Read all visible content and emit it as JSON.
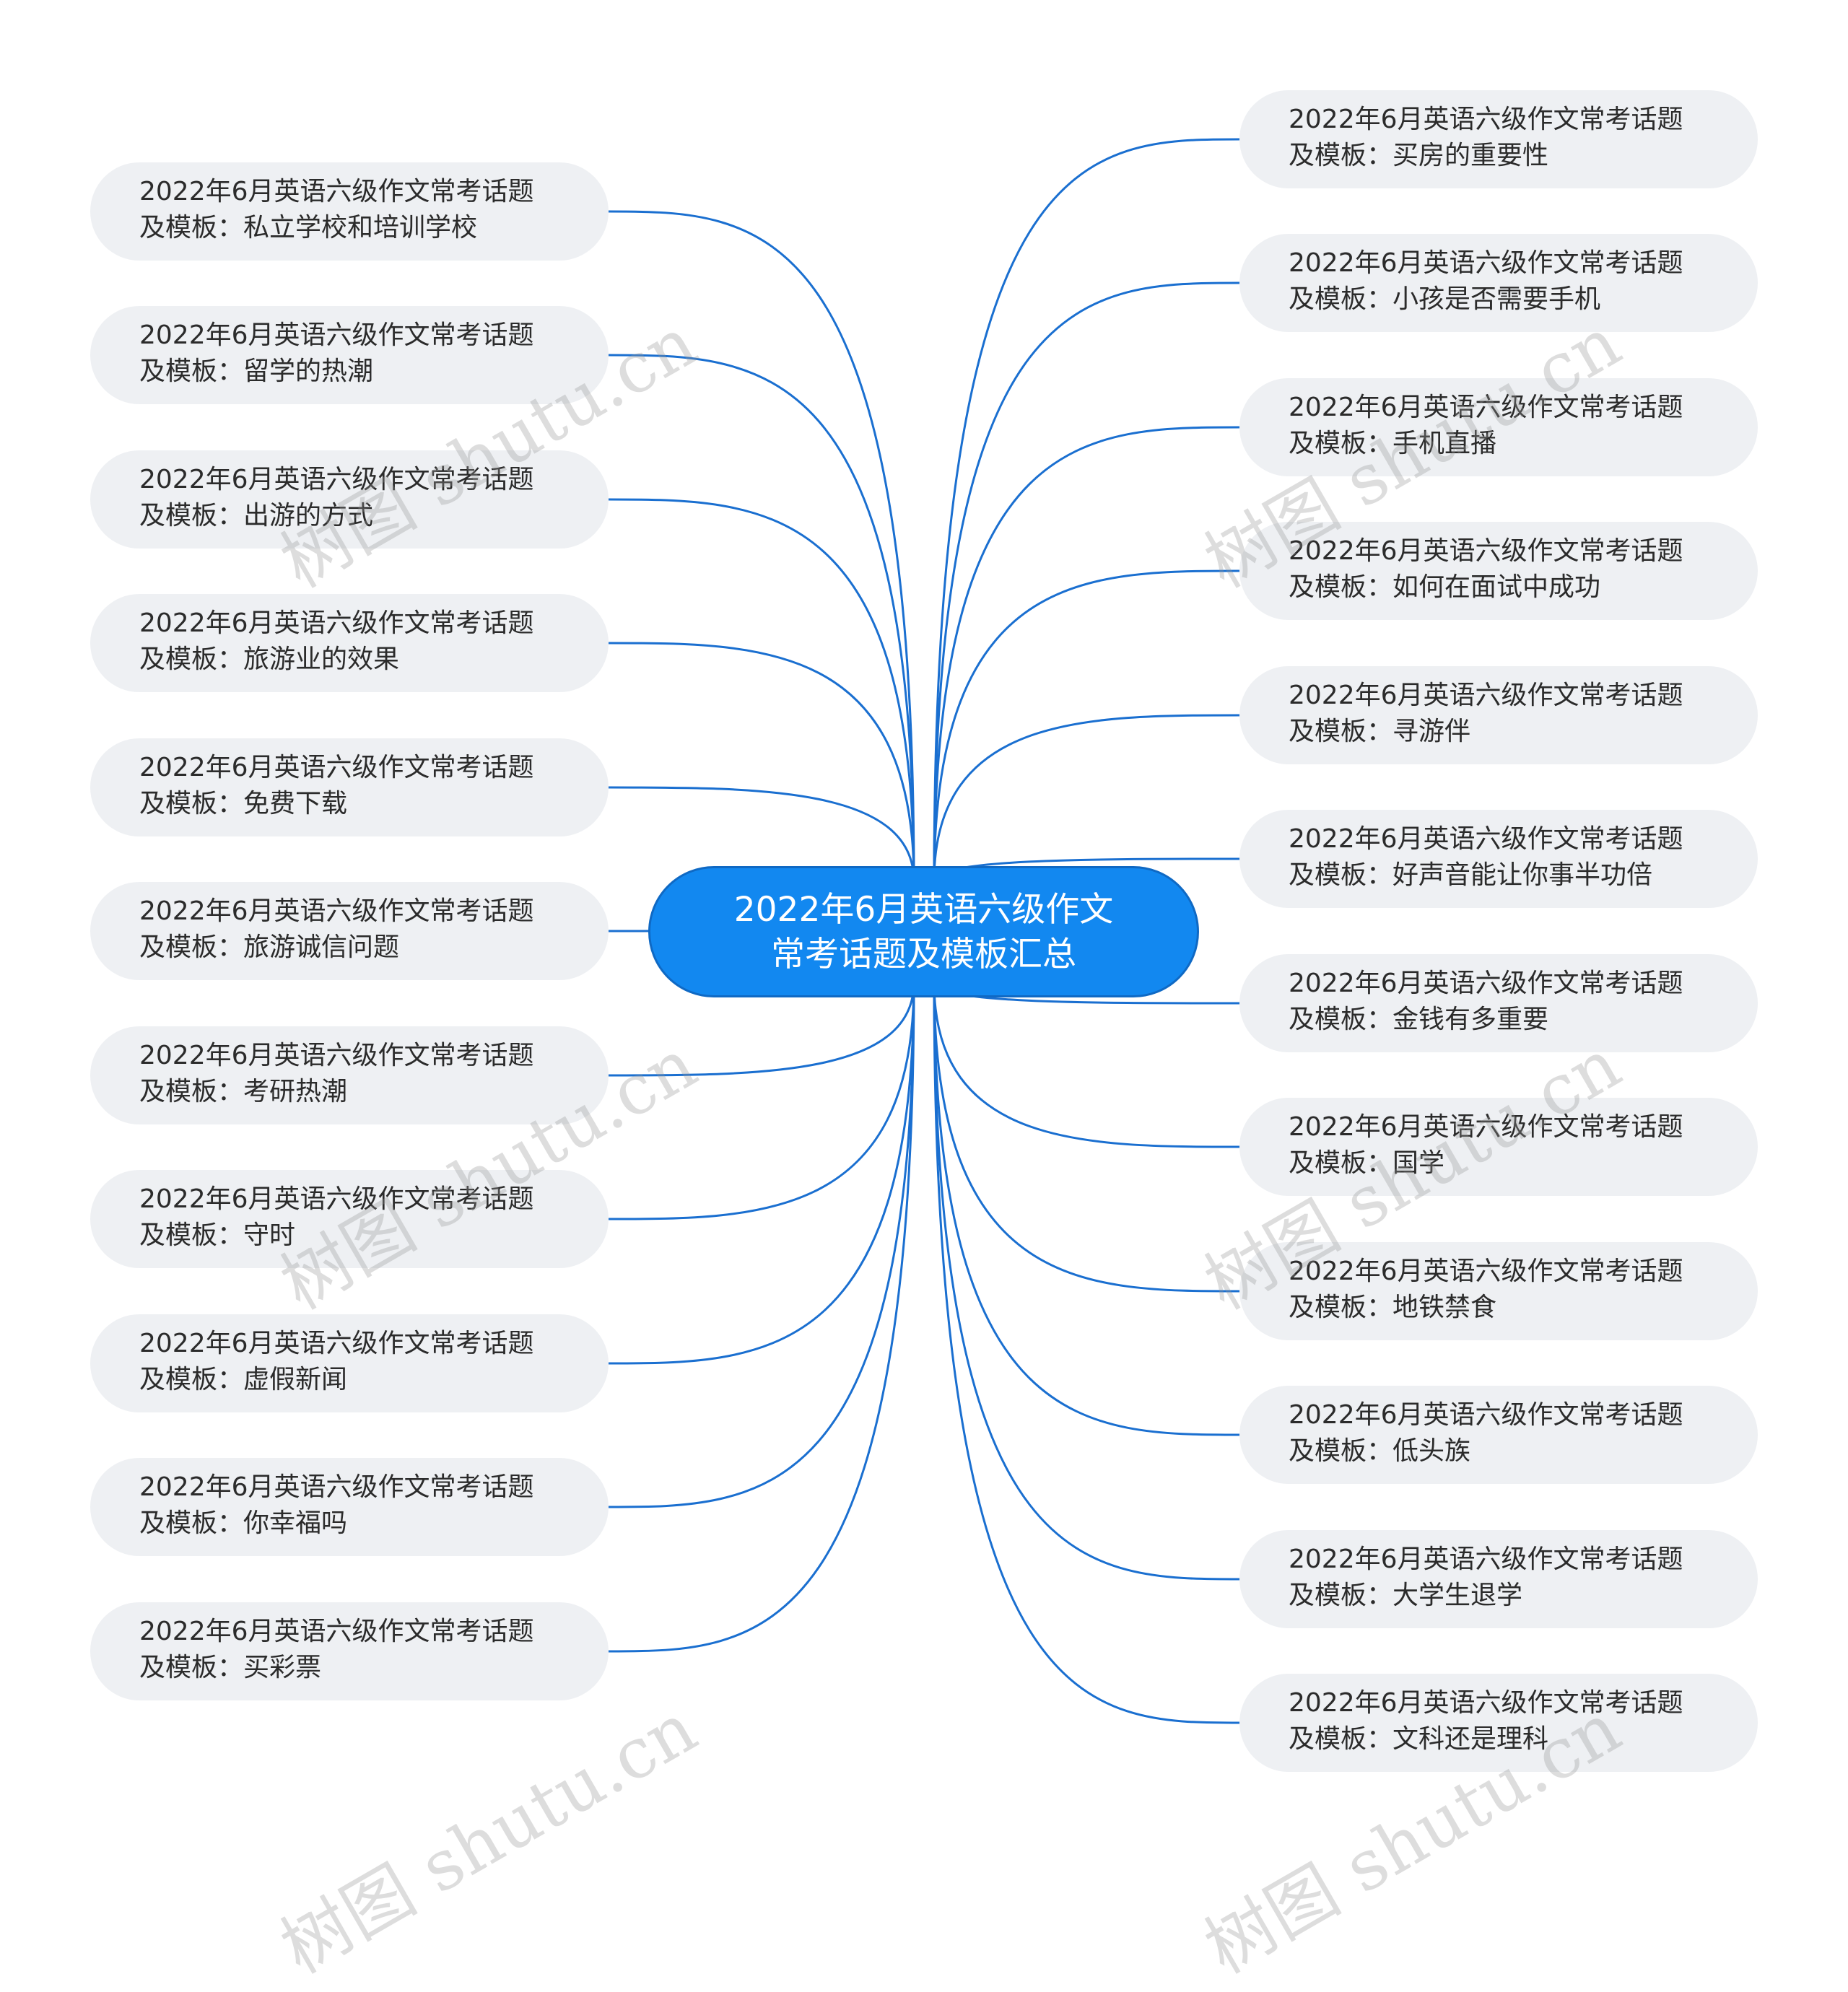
{
  "center": {
    "line1": "2022年6月英语六级作文",
    "line2": "常考话题及模板汇总"
  },
  "left_nodes": [
    {
      "line1": "2022年6月英语六级作文常考话题",
      "line2": "及模板：私立学校和培训学校"
    },
    {
      "line1": "2022年6月英语六级作文常考话题",
      "line2": "及模板：留学的热潮"
    },
    {
      "line1": "2022年6月英语六级作文常考话题",
      "line2": "及模板：出游的方式"
    },
    {
      "line1": "2022年6月英语六级作文常考话题",
      "line2": "及模板：旅游业的效果"
    },
    {
      "line1": "2022年6月英语六级作文常考话题",
      "line2": "及模板：免费下载"
    },
    {
      "line1": "2022年6月英语六级作文常考话题",
      "line2": "及模板：旅游诚信问题"
    },
    {
      "line1": "2022年6月英语六级作文常考话题",
      "line2": "及模板：考研热潮"
    },
    {
      "line1": "2022年6月英语六级作文常考话题",
      "line2": "及模板：守时"
    },
    {
      "line1": "2022年6月英语六级作文常考话题",
      "line2": "及模板：虚假新闻"
    },
    {
      "line1": "2022年6月英语六级作文常考话题",
      "line2": "及模板：你幸福吗"
    },
    {
      "line1": "2022年6月英语六级作文常考话题",
      "line2": "及模板：买彩票"
    }
  ],
  "right_nodes": [
    {
      "line1": "2022年6月英语六级作文常考话题",
      "line2": "及模板：买房的重要性"
    },
    {
      "line1": "2022年6月英语六级作文常考话题",
      "line2": "及模板：小孩是否需要手机"
    },
    {
      "line1": "2022年6月英语六级作文常考话题",
      "line2": "及模板：手机直播"
    },
    {
      "line1": "2022年6月英语六级作文常考话题",
      "line2": "及模板：如何在面试中成功"
    },
    {
      "line1": "2022年6月英语六级作文常考话题",
      "line2": "及模板：寻游伴"
    },
    {
      "line1": "2022年6月英语六级作文常考话题",
      "line2": "及模板：好声音能让你事半功倍"
    },
    {
      "line1": "2022年6月英语六级作文常考话题",
      "line2": "及模板：金钱有多重要"
    },
    {
      "line1": "2022年6月英语六级作文常考话题",
      "line2": "及模板：国学"
    },
    {
      "line1": "2022年6月英语六级作文常考话题",
      "line2": "及模板：地铁禁食"
    },
    {
      "line1": "2022年6月英语六级作文常考话题",
      "line2": "及模板：低头族"
    },
    {
      "line1": "2022年6月英语六级作文常考话题",
      "line2": "及模板：大学生退学"
    },
    {
      "line1": "2022年6月英语六级作文常考话题",
      "line2": "及模板：文科还是理科"
    }
  ],
  "watermark": "树图 shutu.cn",
  "colors": {
    "connector": "#1a6fd0",
    "center_fill": "#1288f0",
    "node_fill": "#eef0f3"
  }
}
